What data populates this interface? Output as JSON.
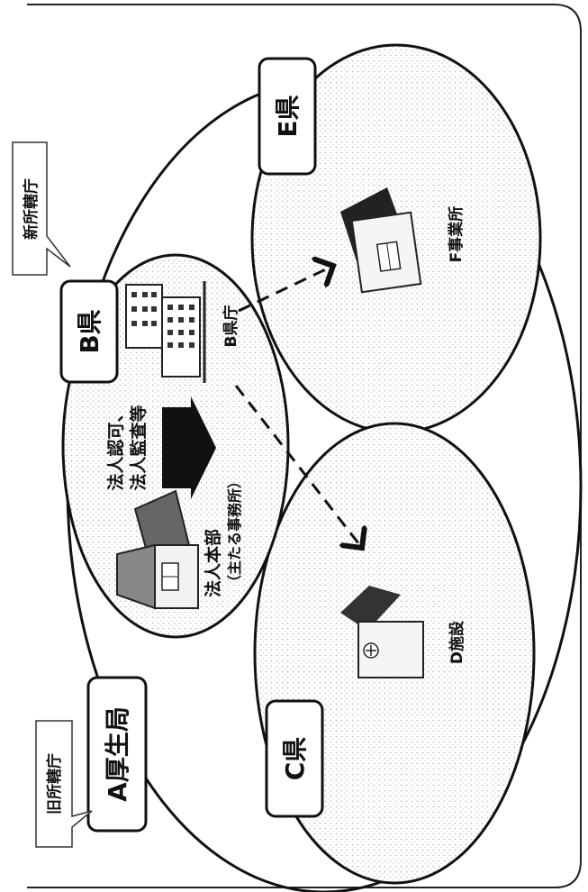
{
  "labels": {
    "old_jurisdiction": "旧所轄庁",
    "new_jurisdiction": "新所轄庁",
    "bureau_a": "A厚生局",
    "pref_b": "B県",
    "pref_c": "C県",
    "pref_e": "E県",
    "b_pref_office": "B県庁",
    "f_office": "F事業所",
    "d_facility": "D施設",
    "hq": "法人本部",
    "hq_sub": "（主たる事務所）",
    "approval_line1": "法人認可、",
    "approval_line2": "法人監査等"
  }
}
